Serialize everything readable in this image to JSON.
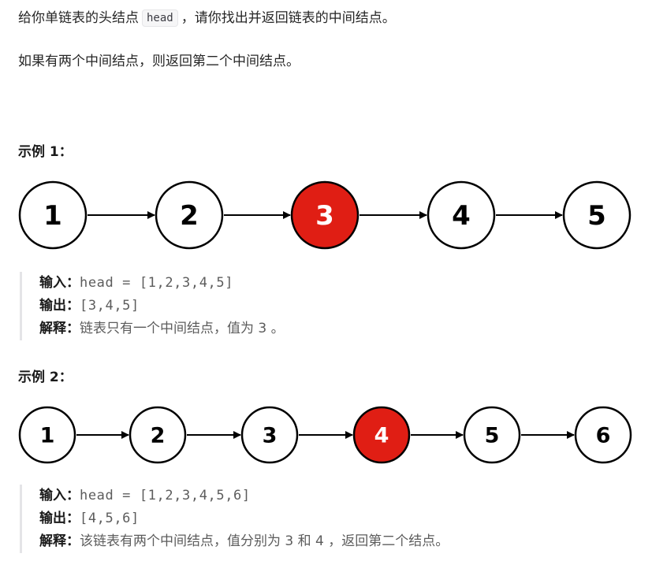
{
  "intro": {
    "p1_before": "给你单链表的头结点",
    "p1_code": "head",
    "p1_after": "，请你找出并返回链表的中间结点。",
    "p2": "如果有两个中间结点，则返回第二个中间结点。"
  },
  "examples": [
    {
      "title": "示例 1：",
      "nodes": [
        "1",
        "2",
        "3",
        "4",
        "5"
      ],
      "highlight_index": 2,
      "input_label": "输入：",
      "input_value": "head = [1,2,3,4,5]",
      "output_label": "输出：",
      "output_value": "[3,4,5]",
      "explain_label": "解释：",
      "explain_value": "链表只有一个中间结点，值为 3 。"
    },
    {
      "title": "示例 2：",
      "nodes": [
        "1",
        "2",
        "3",
        "4",
        "5",
        "6"
      ],
      "highlight_index": 3,
      "input_label": "输入：",
      "input_value": "head = [1,2,3,4,5,6]",
      "output_label": "输出：",
      "output_value": "[4,5,6]",
      "explain_label": "解释：",
      "explain_value": "该链表有两个中间结点，值分别为 3 和 4 ，返回第二个结点。"
    }
  ],
  "colors": {
    "highlight_fill": "#e01e14",
    "node_fill": "#ffffff",
    "highlight_text": "#ffffff",
    "node_text": "#000000"
  }
}
